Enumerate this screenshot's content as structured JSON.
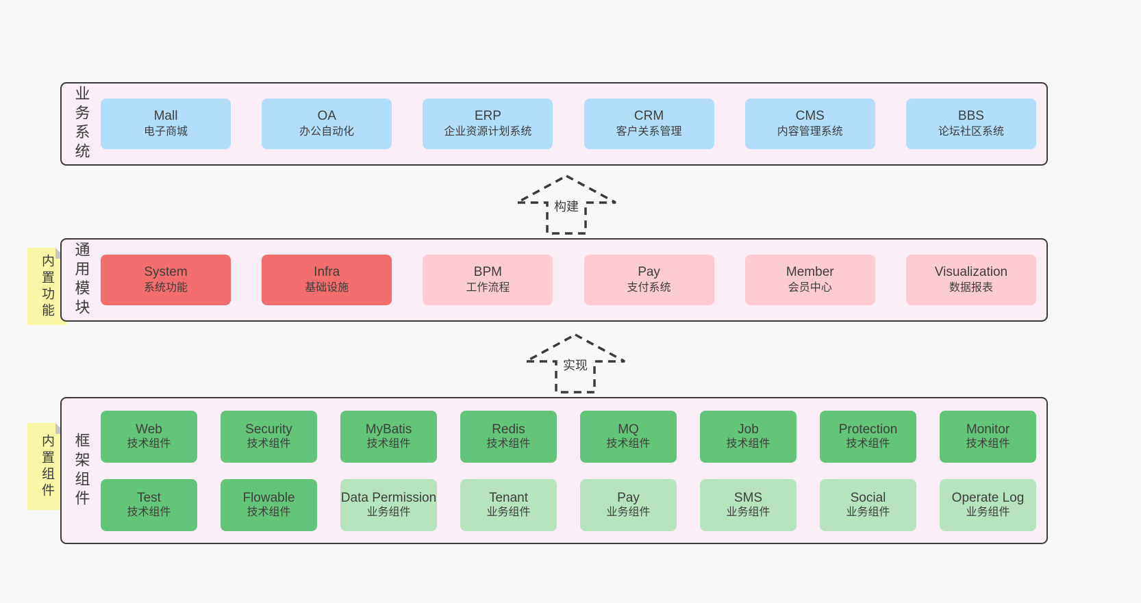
{
  "colors": {
    "page_bg": "#f8f8f8",
    "band_bg": "#f9edf6",
    "band_border": "#3b3b3b",
    "text": "#3e3e3e",
    "blue": "#b3defa",
    "red": "#f26d6d",
    "pink": "#fdccd3",
    "green_dark": "#63c579",
    "green_light": "#b7e4bf",
    "yellow": "#f9f7a5",
    "fold_gray": "#c6c6c6"
  },
  "arrows": [
    {
      "label": "构建"
    },
    {
      "label": "实现"
    }
  ],
  "bands": [
    {
      "label": "业务系统",
      "rows": [
        [
          {
            "name": "Mall",
            "desc": "电子商城",
            "color": "blue"
          },
          {
            "name": "OA",
            "desc": "办公自动化",
            "color": "blue"
          },
          {
            "name": "ERP",
            "desc": "企业资源计划系统",
            "color": "blue"
          },
          {
            "name": "CRM",
            "desc": "客户关系管理",
            "color": "blue"
          },
          {
            "name": "CMS",
            "desc": "内容管理系统",
            "color": "blue"
          },
          {
            "name": "BBS",
            "desc": "论坛社区系统",
            "color": "blue"
          }
        ]
      ]
    },
    {
      "label": "通用模块",
      "note": "内置功能",
      "rows": [
        [
          {
            "name": "System",
            "desc": "系统功能",
            "color": "red"
          },
          {
            "name": "Infra",
            "desc": "基础设施",
            "color": "red"
          },
          {
            "name": "BPM",
            "desc": "工作流程",
            "color": "pink"
          },
          {
            "name": "Pay",
            "desc": "支付系统",
            "color": "pink"
          },
          {
            "name": "Member",
            "desc": "会员中心",
            "color": "pink"
          },
          {
            "name": "Visualization",
            "desc": "数据报表",
            "color": "pink"
          }
        ]
      ]
    },
    {
      "label": "框架组件",
      "note": "内置组件",
      "rows": [
        [
          {
            "name": "Web",
            "desc": "技术组件",
            "color": "green_dark"
          },
          {
            "name": "Security",
            "desc": "技术组件",
            "color": "green_dark"
          },
          {
            "name": "MyBatis",
            "desc": "技术组件",
            "color": "green_dark"
          },
          {
            "name": "Redis",
            "desc": "技术组件",
            "color": "green_dark"
          },
          {
            "name": "MQ",
            "desc": "技术组件",
            "color": "green_dark"
          },
          {
            "name": "Job",
            "desc": "技术组件",
            "color": "green_dark"
          },
          {
            "name": "Protection",
            "desc": "技术组件",
            "color": "green_dark"
          },
          {
            "name": "Monitor",
            "desc": "技术组件",
            "color": "green_dark"
          }
        ],
        [
          {
            "name": "Test",
            "desc": "技术组件",
            "color": "green_dark"
          },
          {
            "name": "Flowable",
            "desc": "技术组件",
            "color": "green_dark"
          },
          {
            "name": "Data Permission",
            "desc": "业务组件",
            "color": "green_light"
          },
          {
            "name": "Tenant",
            "desc": "业务组件",
            "color": "green_light"
          },
          {
            "name": "Pay",
            "desc": "业务组件",
            "color": "green_light"
          },
          {
            "name": "SMS",
            "desc": "业务组件",
            "color": "green_light"
          },
          {
            "name": "Social",
            "desc": "业务组件",
            "color": "green_light"
          },
          {
            "name": "Operate Log",
            "desc": "业务组件",
            "color": "green_light"
          }
        ]
      ]
    }
  ]
}
